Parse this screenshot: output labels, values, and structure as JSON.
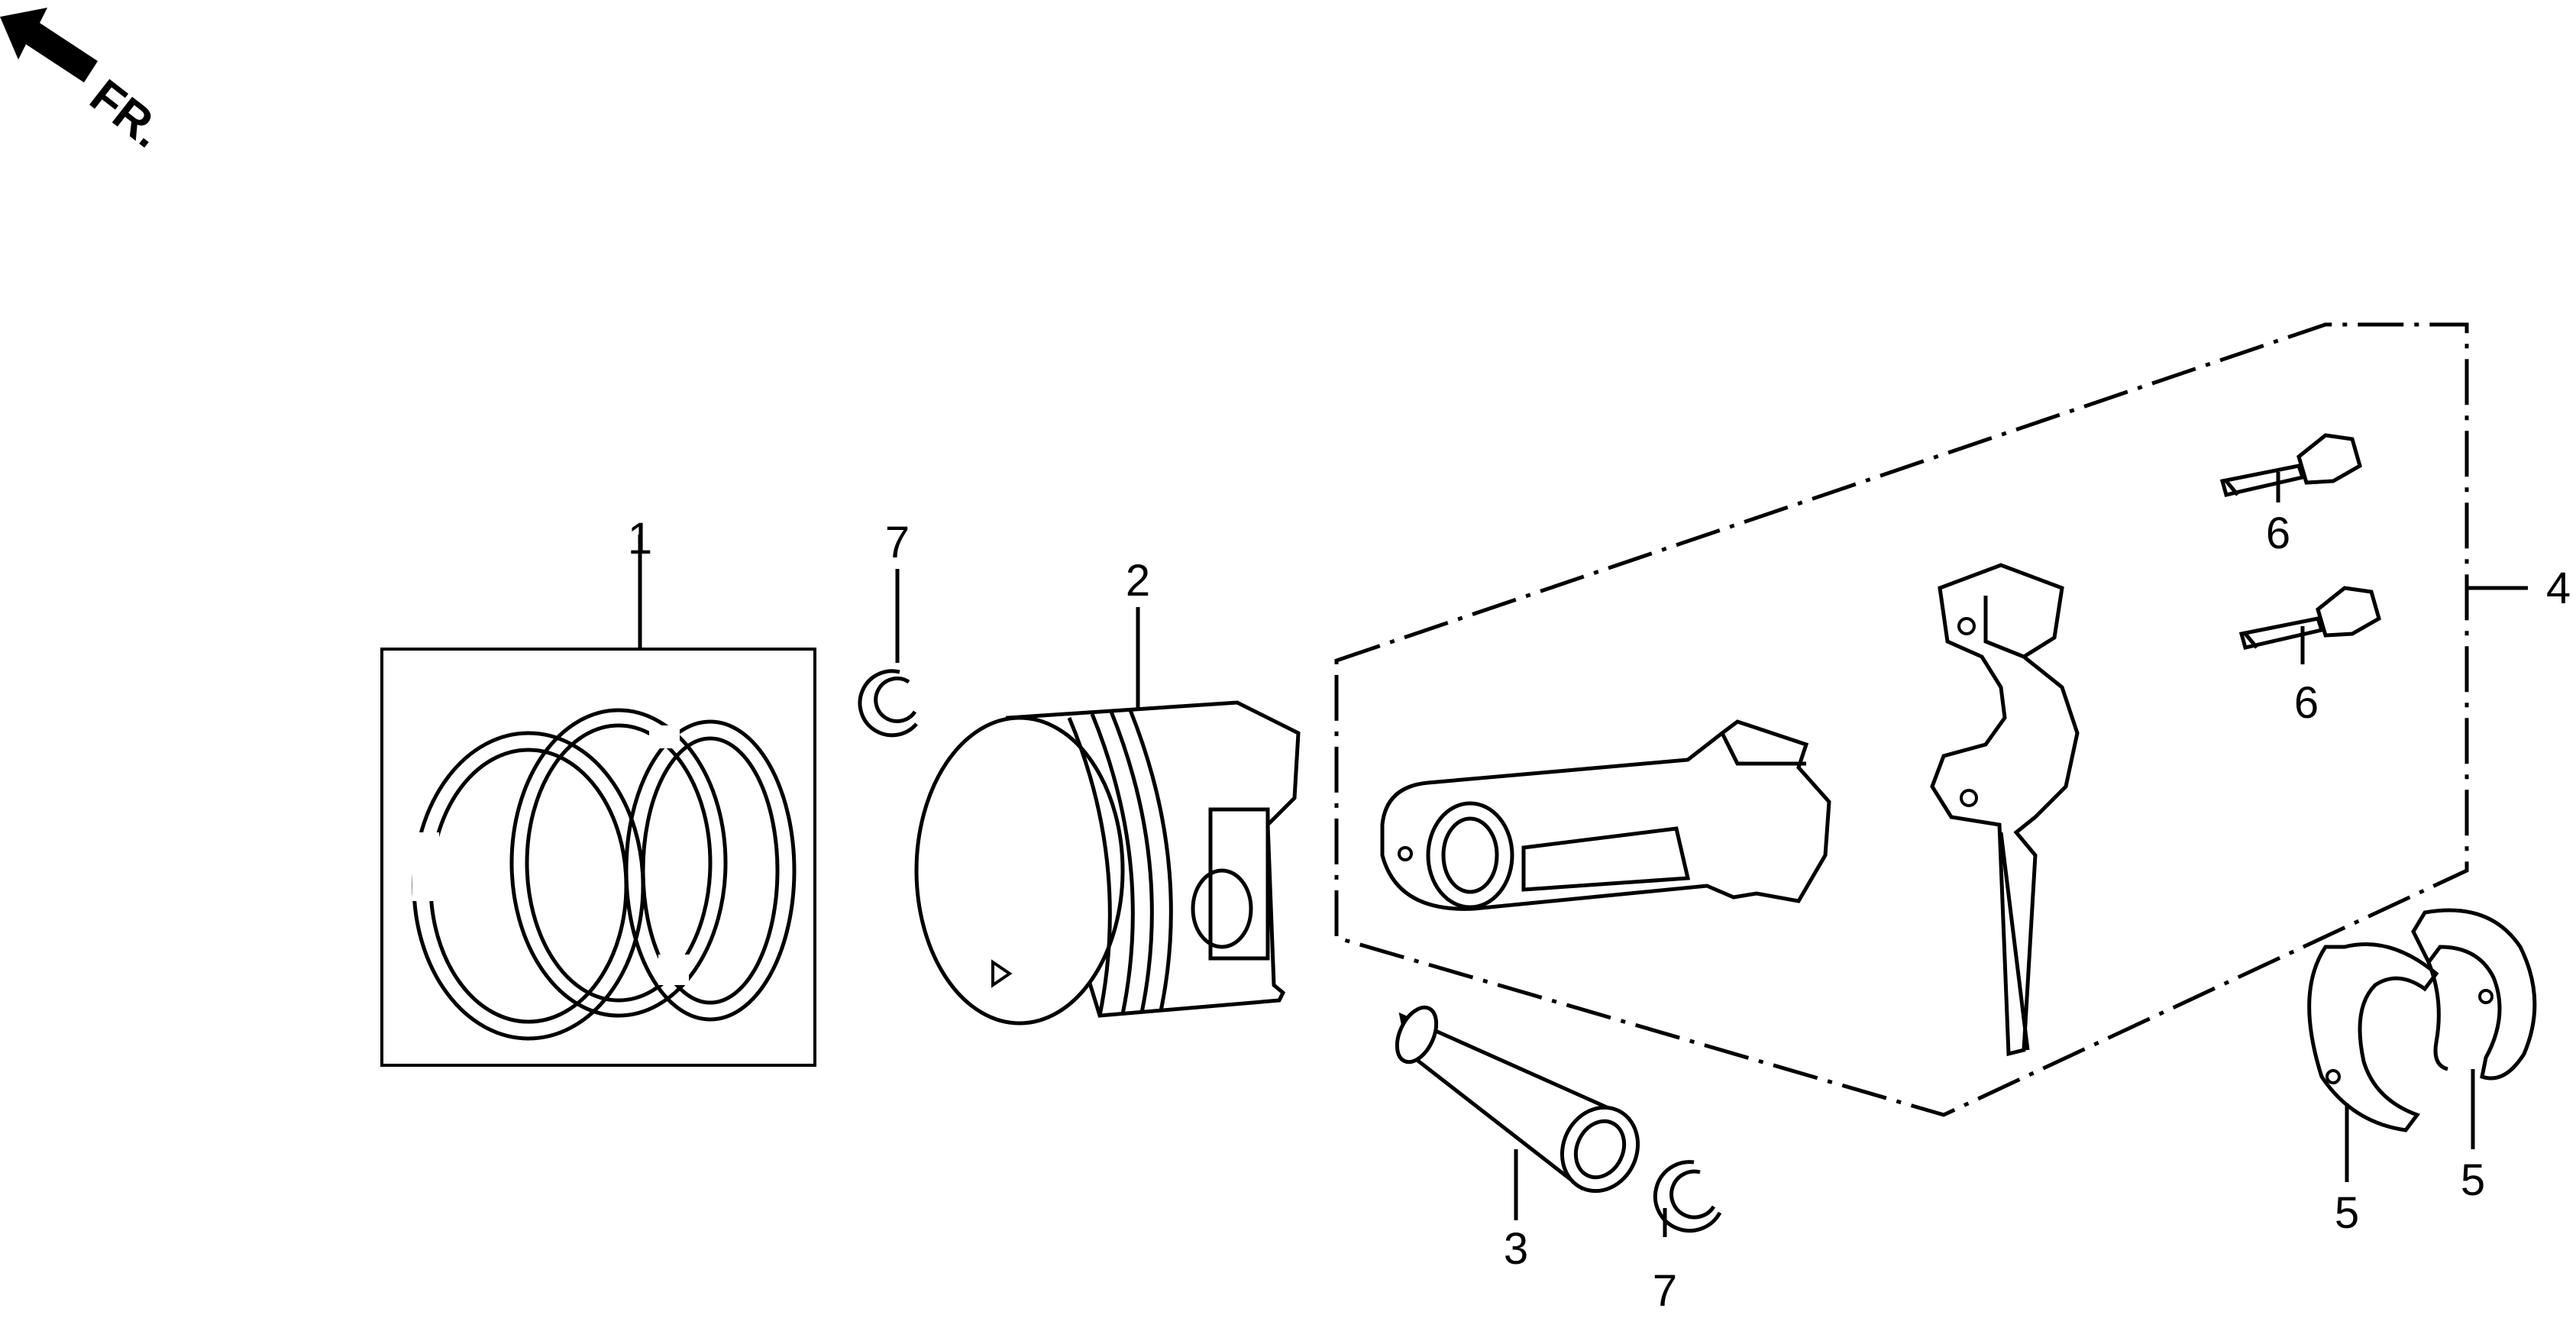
{
  "direction_indicator": {
    "label": "FR."
  },
  "callouts": [
    {
      "id": "callout-1",
      "text": "1"
    },
    {
      "id": "callout-2",
      "text": "2"
    },
    {
      "id": "callout-3",
      "text": "3"
    },
    {
      "id": "callout-4",
      "text": "4"
    },
    {
      "id": "callout-5a",
      "text": "5"
    },
    {
      "id": "callout-5b",
      "text": "5"
    },
    {
      "id": "callout-6a",
      "text": "6"
    },
    {
      "id": "callout-6b",
      "text": "6"
    },
    {
      "id": "callout-7a",
      "text": "7"
    },
    {
      "id": "callout-7b",
      "text": "7"
    }
  ],
  "parts": [
    {
      "ref": "1",
      "name": "piston-ring-set"
    },
    {
      "ref": "2",
      "name": "piston"
    },
    {
      "ref": "3",
      "name": "piston-pin"
    },
    {
      "ref": "4",
      "name": "connecting-rod-assembly"
    },
    {
      "ref": "5",
      "name": "connecting-rod-bearing"
    },
    {
      "ref": "6",
      "name": "connecting-rod-bolt"
    },
    {
      "ref": "7",
      "name": "piston-pin-clip"
    }
  ]
}
